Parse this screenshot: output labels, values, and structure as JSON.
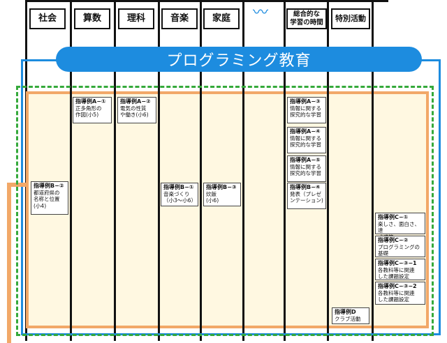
{
  "subjects": [
    {
      "label": "社会"
    },
    {
      "label": "算数"
    },
    {
      "label": "理科"
    },
    {
      "label": "音楽"
    },
    {
      "label": "家庭"
    },
    {
      "label": "総合的な\n学習の時間"
    },
    {
      "label": "特別活動"
    }
  ],
  "omission_mark": "〰",
  "banner": {
    "title": "プログラミング教育"
  },
  "cards": [
    {
      "id": "指導例A−①",
      "desc": "正多角形の\n作図(小5)"
    },
    {
      "id": "指導例A−②",
      "desc": "電気の性質\nや働き(小6)"
    },
    {
      "id": "指導例A−③",
      "desc": "情報に関する\n探究的な学習"
    },
    {
      "id": "指導例A−④",
      "desc": "情報に関する\n探究的な学習"
    },
    {
      "id": "指導例A−⑤",
      "desc": "情報に関する\n探究的な学習"
    },
    {
      "id": "指導例B−①",
      "desc": "音楽づくり\n（小3～小6）"
    },
    {
      "id": "指導例B−②",
      "desc": "都道府県の\n名称と位置\n(小4)"
    },
    {
      "id": "指導例B−③",
      "desc": "炊飯\n(小6)"
    },
    {
      "id": "指導例B−④",
      "desc": "発表（プレゼ\nンテーション)"
    },
    {
      "id": "指導例C−①",
      "desc": "楽しさ、面白さ、達\n成感等"
    },
    {
      "id": "指導例C−②",
      "desc": "プログラミングの\n基礎"
    },
    {
      "id": "指導例C−③−1",
      "desc": "各教科等に関連\nした課題設定"
    },
    {
      "id": "指導例C−③−2",
      "desc": "各教科等に関連\nした課題設定"
    },
    {
      "id": "指導例D",
      "desc": "クラブ活動"
    }
  ],
  "colors": {
    "banner": "#1d8cdf",
    "blue_frame": "#1d8cdf",
    "green_frame": "#35a93b",
    "orange_frame": "#f2a868",
    "orange_fill": "#fff8e1"
  }
}
